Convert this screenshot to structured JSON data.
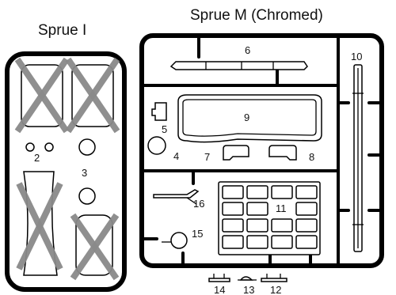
{
  "sprue_i": {
    "title": "Sprue I",
    "part_labels": [
      "2",
      "3"
    ]
  },
  "sprue_m": {
    "title": "Sprue M (Chromed)",
    "part_labels": [
      "6",
      "10",
      "9",
      "5",
      "4",
      "7",
      "8",
      "16",
      "11",
      "15"
    ]
  },
  "loose_parts": {
    "labels": [
      "14",
      "13",
      "12"
    ]
  },
  "colors": {
    "frame": "#000000",
    "cross_out": "#8a8a8a"
  }
}
